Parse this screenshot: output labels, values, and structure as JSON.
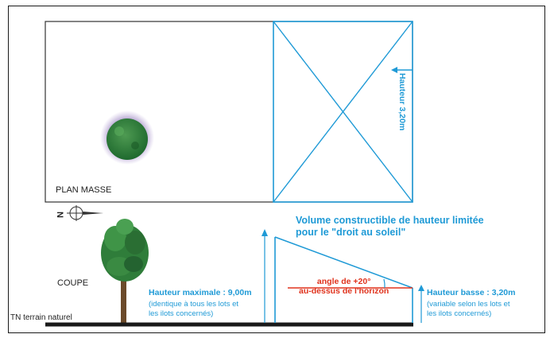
{
  "plan": {
    "label": "PLAN MASSE",
    "height_label": "Hauteur 3,20m"
  },
  "coupe": {
    "label": "COUPE",
    "ground_label": "TN terrain naturel"
  },
  "title": {
    "line1": "Volume constructible de hauteur limitée",
    "line2": "pour le \"droit au soleil\""
  },
  "max_height": {
    "label": "Hauteur maximale : 9,00m",
    "note1": "(identique à tous les lots et",
    "note2": "les ilots concernés)"
  },
  "low_height": {
    "label": "Hauteur basse : 3,20m",
    "note1": "(variable selon les lots et",
    "note2": "les ilots concernés)"
  },
  "angle": {
    "line1": "angle de +20°",
    "line2": "au-dessus de l'horizon"
  },
  "compass": {
    "letter": "N"
  },
  "colors": {
    "accent": "#1f9ad6",
    "angle": "#e0331d",
    "ground": "#1a1a1a",
    "tree": "#2f7d3a"
  }
}
